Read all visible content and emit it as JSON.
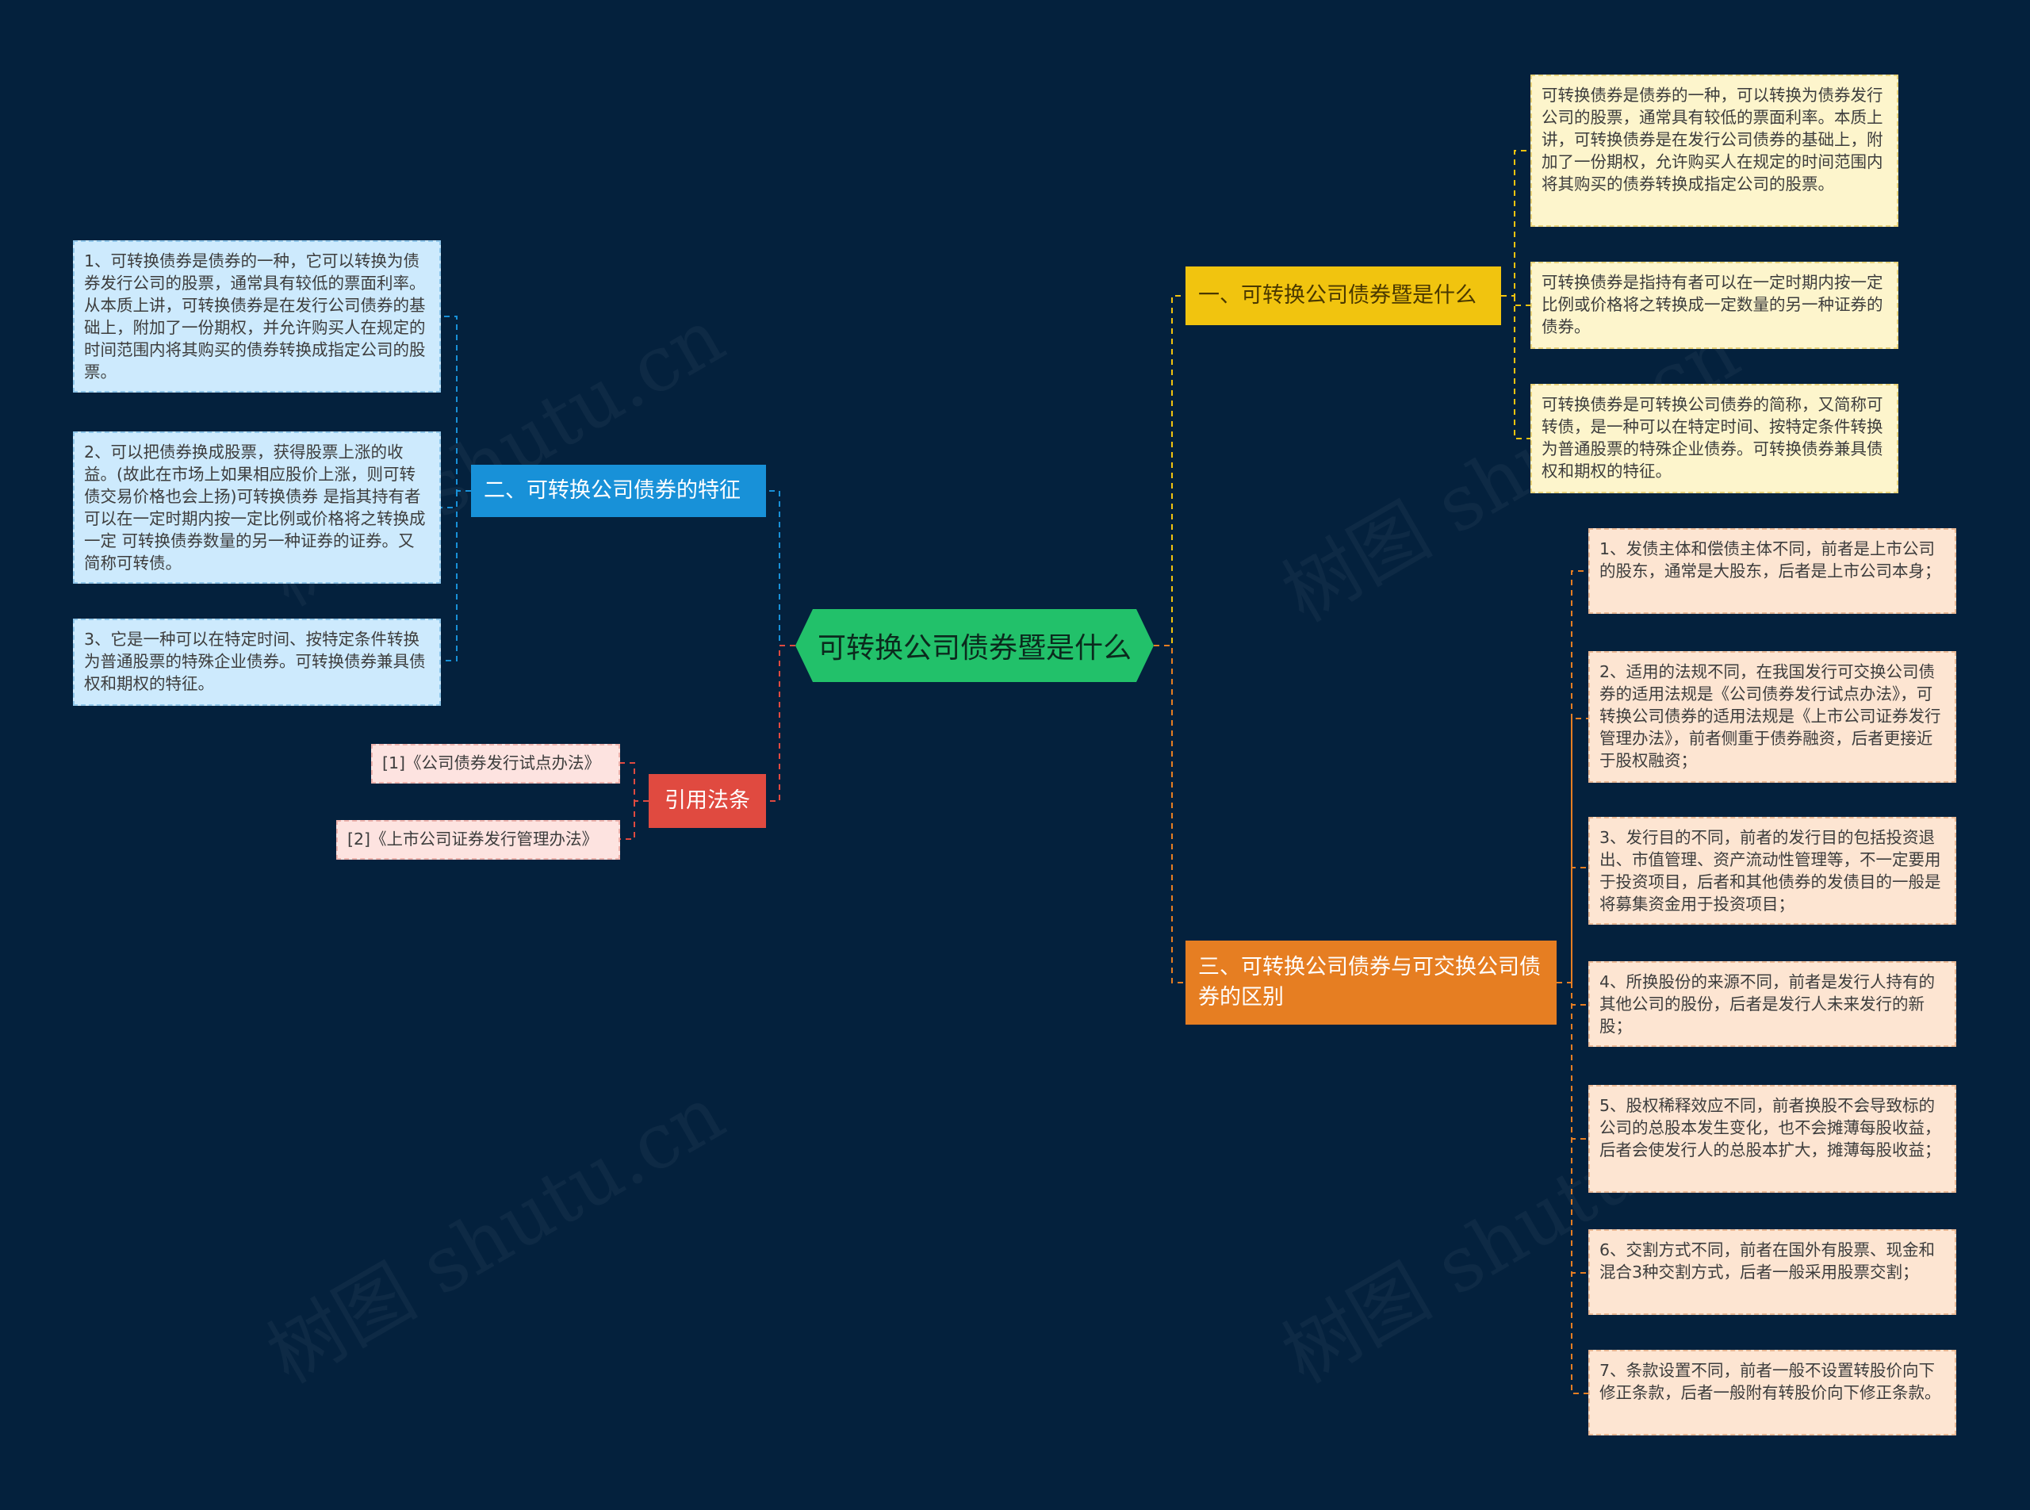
{
  "central": {
    "title": "可转换公司债券暨是什么"
  },
  "branch1": {
    "title": "一、可转换公司债券暨是什么",
    "leaves": [
      "可转换债券是债券的一种，可以转换为债券发行公司的股票，通常具有较低的票面利率。本质上讲，可转换债券是在发行公司债券的基础上，附加了一份期权，允许购买人在规定的时间范围内将其购买的债券转换成指定公司的股票。",
      "可转换债券是指持有者可以在一定时期内按一定比例或价格将之转换成一定数量的另一种证券的债券。",
      "可转换债券是可转换公司债券的简称，又简称可转债，是一种可以在特定时间、按特定条件转换为普通股票的特殊企业债券。可转换债券兼具债权和期权的特征。"
    ]
  },
  "branch2": {
    "title": "二、可转换公司债券的特征",
    "leaves": [
      "1、可转换债券是债券的一种，它可以转换为债券发行公司的股票，通常具有较低的票面利率。从本质上讲，可转换债券是在发行公司债券的基础上，附加了一份期权，并允许购买人在规定的时间范围内将其购买的债券转换成指定公司的股票。",
      "2、可以把债券换成股票，获得股票上涨的收益。(故此在市场上如果相应股价上涨，则可转债交易价格也会上扬)可转换债券 是指其持有者可以在一定时期内按一定比例或价格将之转换成一定 可转换债券数量的另一种证券的证券。又简称可转债。",
      "3、它是一种可以在特定时间、按特定条件转换为普通股票的特殊企业债券。可转换债券兼具债权和期权的特征。"
    ]
  },
  "branch3": {
    "title": "三、可转换公司债券与可交换公司债券的区别",
    "leaves": [
      "1、发债主体和偿债主体不同，前者是上市公司的股东，通常是大股东，后者是上市公司本身；",
      "2、适用的法规不同，在我国发行可交换公司债券的适用法规是《公司债券发行试点办法》，可转换公司债券的适用法规是《上市公司证券发行管理办法》，前者侧重于债券融资，后者更接近于股权融资；",
      "3、发行目的不同，前者的发行目的包括投资退出、市值管理、资产流动性管理等，不一定要用于投资项目，后者和其他债券的发债目的一般是将募集资金用于投资项目；",
      "4、所换股份的来源不同，前者是发行人持有的其他公司的股份，后者是发行人未来发行的新股；",
      "5、股权稀释效应不同，前者换股不会导致标的公司的总股本发生变化，也不会摊薄每股收益，后者会使发行人的总股本扩大，摊薄每股收益；",
      "6、交割方式不同，前者在国外有股票、现金和混合3种交割方式，后者一般采用股票交割；",
      "7、条款设置不同，前者一般不设置转股价向下修正条款，后者一般附有转股价向下修正条款。"
    ]
  },
  "branch4": {
    "title": "引用法条",
    "leaves": [
      "[1]《公司债券发行试点办法》",
      "[2]《上市公司证券发行管理办法》"
    ]
  },
  "watermark": "树图 shutu.cn",
  "colors": {
    "background": "#04213d",
    "central": "#22c16a",
    "branch1": "#f1c40f",
    "branch2": "#1891d8",
    "branch3": "#e67e22",
    "branch4": "#e04a40"
  }
}
